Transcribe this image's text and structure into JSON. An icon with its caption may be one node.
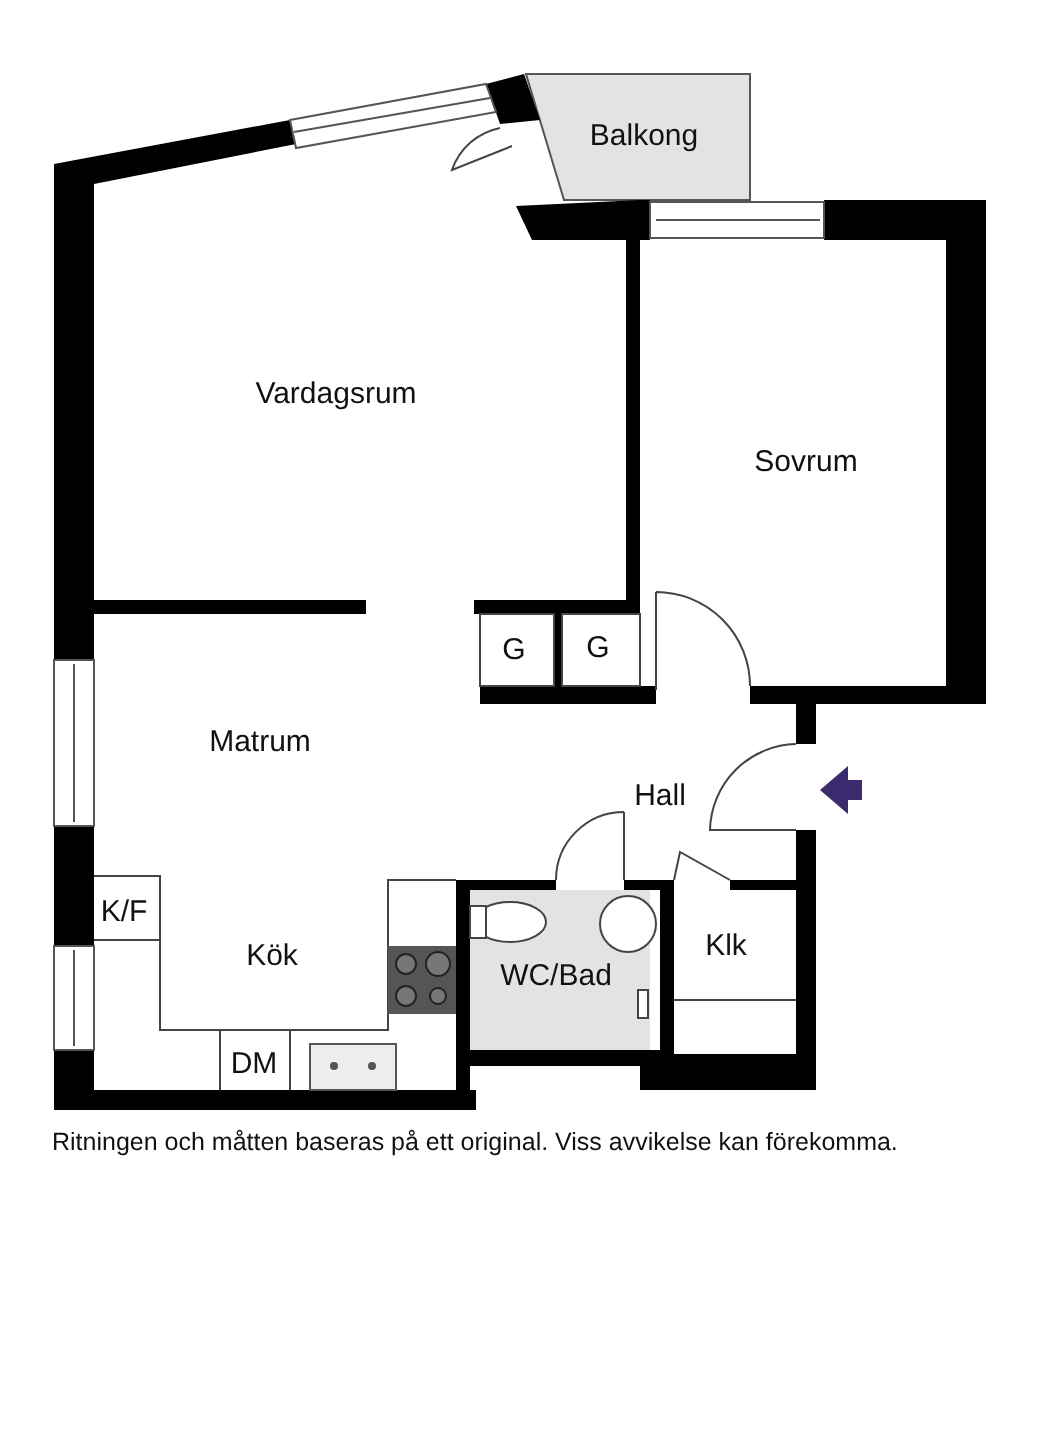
{
  "diagram": {
    "caption": "Ritningen och måtten baseras på ett original. Viss avvikelse kan förekomma.",
    "labels": [
      "Balkong",
      "Vardagsrum",
      "Sovrum",
      "G",
      "G",
      "Matrum",
      "Hall",
      "K/F",
      "Kök",
      "WC/Bad",
      "Klk",
      "DM"
    ]
  }
}
